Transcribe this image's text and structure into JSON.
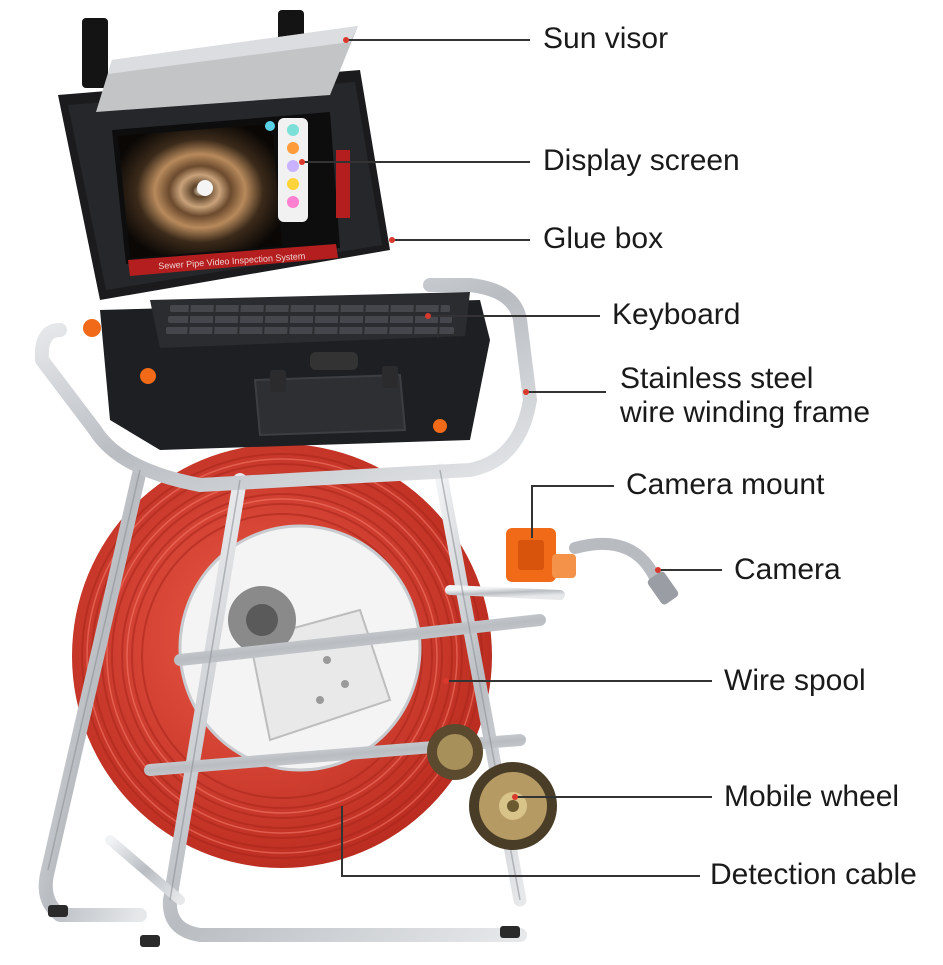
{
  "labels": {
    "sun_visor": "Sun visor",
    "display_screen": "Display screen",
    "glue_box": "Glue box",
    "keyboard": "Keyboard",
    "frame_line1": "Stainless steel",
    "frame_line2": "wire winding frame",
    "camera_mount": "Camera mount",
    "camera": "Camera",
    "wire_spool": "Wire spool",
    "mobile_wheel": "Mobile wheel",
    "detection_cable": "Detection cable"
  },
  "device": {
    "screen_banner": "Sewer Pipe Video Inspection System"
  },
  "colors": {
    "cable_red": "#d9392c",
    "frame_steel": "#c8cbcf",
    "case_black": "#1e1f22",
    "accent_orange": "#f06a18",
    "leader_line": "#333333"
  }
}
